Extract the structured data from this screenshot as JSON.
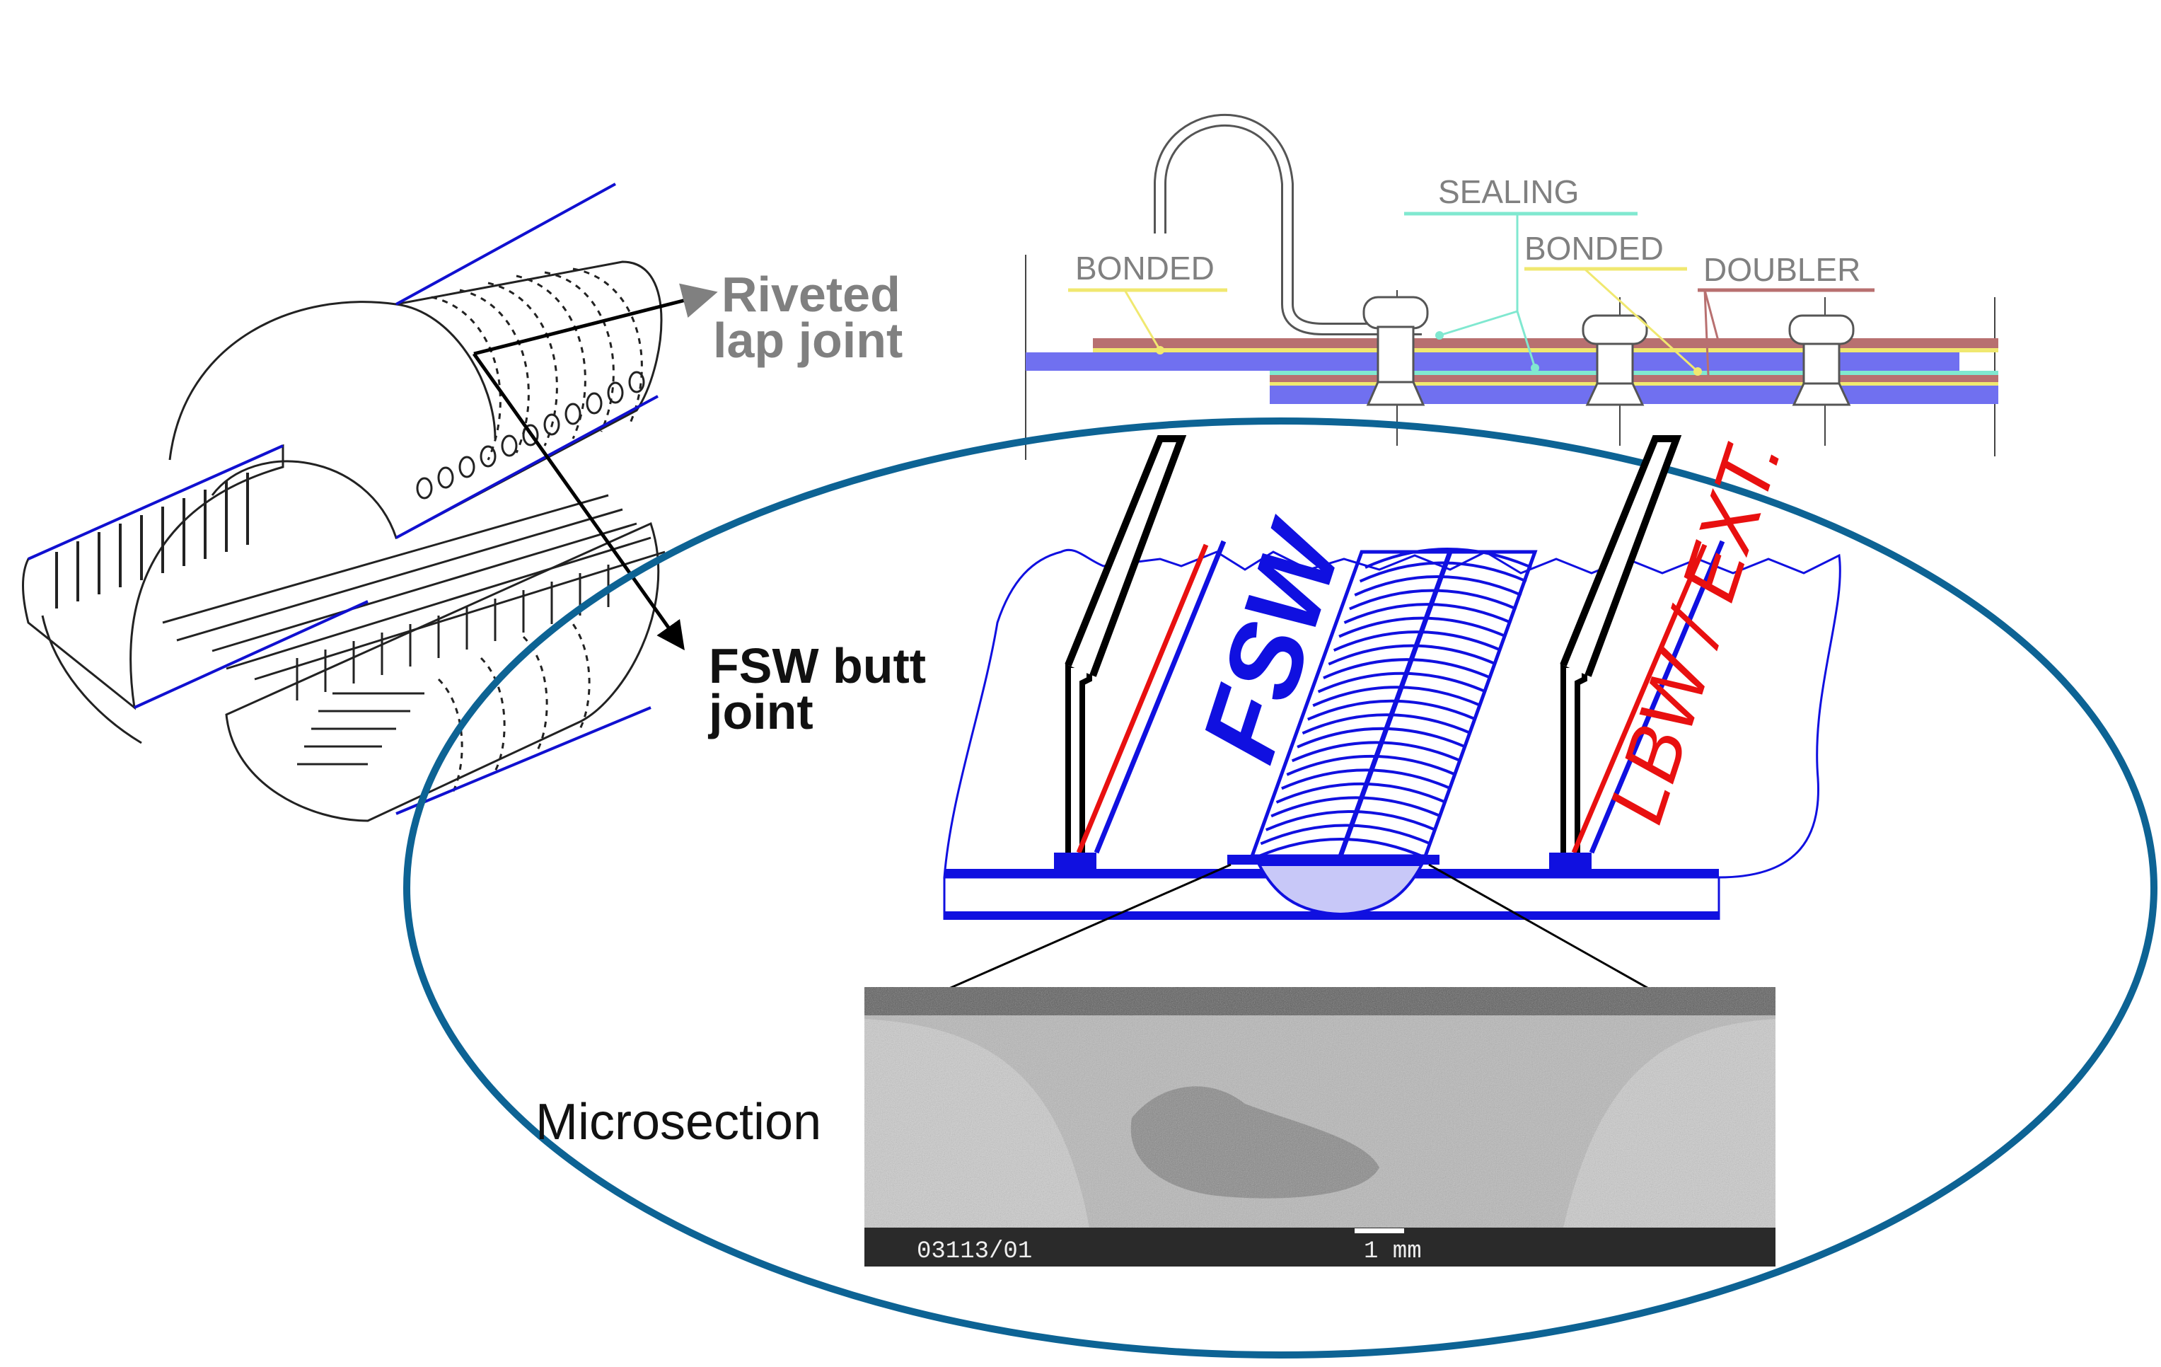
{
  "labels": {
    "riveted_line1": "Riveted",
    "riveted_line2": "lap joint",
    "fsw_line1": "FSW butt",
    "fsw_line2": "joint",
    "microsection": "Microsection"
  },
  "lap_joint_diagram": {
    "sealing": "SEALING",
    "bonded_left": "BONDED",
    "bonded_right": "BONDED",
    "doubler": "DOUBLER"
  },
  "fsw_diagram": {
    "fsw_text": "FSW",
    "lbw_text": "LBW / EXT."
  },
  "micrograph": {
    "sample_id": "03113/01",
    "scale_bar": "1 mm"
  },
  "colors": {
    "ellipse": "#0d6394",
    "weld_blue": "#1010e0",
    "laser_red": "#e81010",
    "label_gray": "#808080",
    "sheet_blue": "#7070f0",
    "doubler_red": "#b87070",
    "bond_yellow": "#f0e870",
    "seal_cyan": "#80e8d0"
  }
}
